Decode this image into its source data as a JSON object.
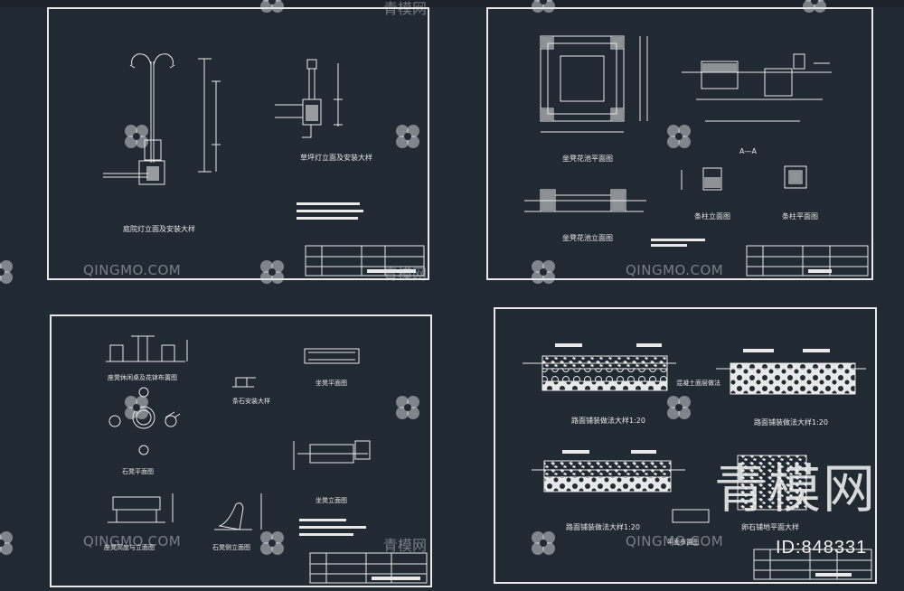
{
  "colors": {
    "background": "#212a33",
    "line": "#e8e8e8",
    "watermark": "#dce1e6",
    "title_bar": "#ffffff"
  },
  "sheets": [
    {
      "name": "sheet-1",
      "labels": [
        "庭院灯立面及安装大样",
        "草坪灯立面及安装大样"
      ]
    },
    {
      "name": "sheet-2",
      "labels": [
        "坐凳花池平面图",
        "坐凳花池立面图",
        "A—A",
        "条柱立面图",
        "条柱平面图"
      ]
    },
    {
      "name": "sheet-3",
      "labels": [
        "座凳休闲桌及花钵布置图",
        "石凳平面图",
        "条石安装大样",
        "坐凳平面图",
        "坐凳立面图",
        "座凳高度与立面图",
        "石凳侧立面图"
      ]
    },
    {
      "name": "sheet-4",
      "labels": [
        "混凝土面层做法",
        "路面铺装做法大样1:20",
        "路面铺装做法大样1:20",
        "路面铺装做法大样1:20",
        "平面布置图",
        "卵石铺地平面大样"
      ]
    }
  ],
  "watermark": {
    "brand_en": "QINGMO.COM",
    "brand_cn": "青模网",
    "logo_icon": "qingmo-flower-logo-icon"
  },
  "big_logo": {
    "text": "青模网"
  },
  "id_label": {
    "text": "ID:848331"
  }
}
